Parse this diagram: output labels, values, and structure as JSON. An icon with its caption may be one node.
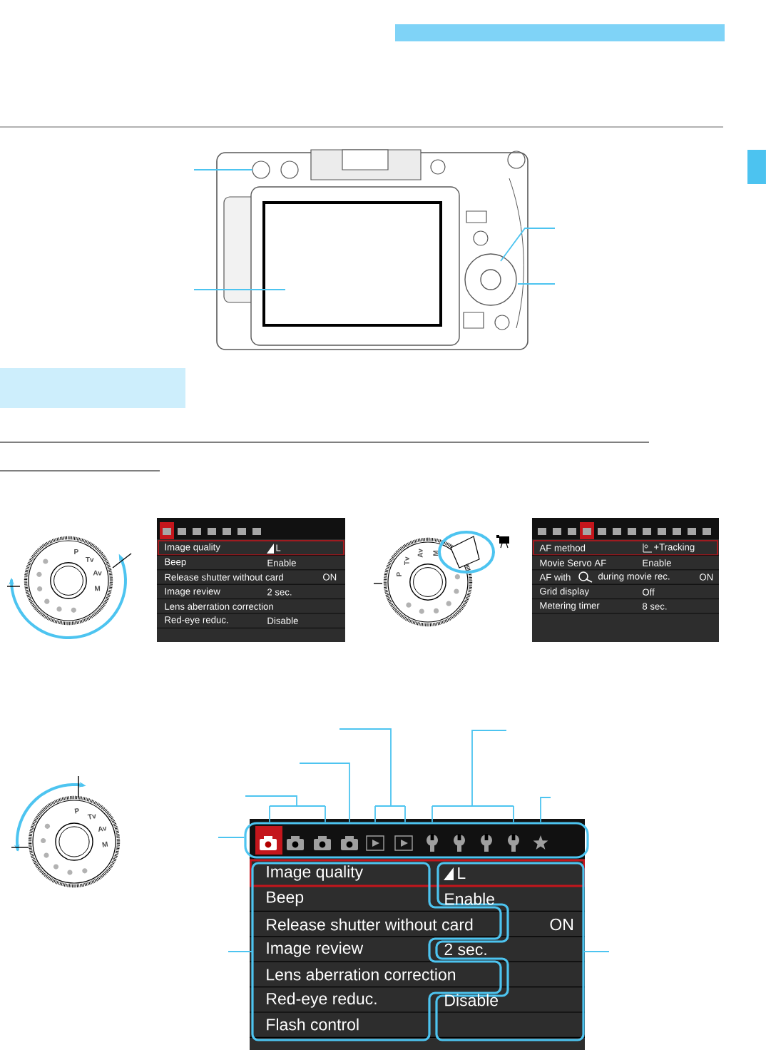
{
  "diagram": {
    "nodes": [
      {
        "text": [],
        "shape": "picture"
      },
      {
        "text": [],
        "shape": "box"
      },
      {
        "text": [
          "Image quality",
          "Beep",
          "Release shutter without card",
          "Image review",
          "Lens aberration correction",
          "Red-eye reduc.",
          "Flash control"
        ]
      },
      {
        "text": [
          "L",
          "Enable",
          "2 sec.",
          "Disable"
        ]
      },
      {
        "text": [],
        "shape": "bar"
      }
    ],
    "edges": [
      {
        "from": null,
        "to": 0,
        "arrow": "none"
      },
      {
        "from": null,
        "to": 0,
        "arrow": "none"
      },
      {
        "from": null,
        "to": 0,
        "arrow": "none"
      },
      {
        "from": null,
        "to": 0,
        "arrow": "none"
      },
      {
        "from": null,
        "to": 1,
        "arrow": "none"
      },
      {
        "from": null,
        "to": 1,
        "arrow": "none"
      },
      {
        "from": null,
        "to": 1,
        "arrow": "none"
      },
      {
        "from": null,
        "to": 1,
        "arrow": "none"
      },
      {
        "from": null,
        "to": 1,
        "arrow": "none"
      },
      {
        "from": null,
        "to": 1,
        "arrow": "none"
      },
      {
        "from": null,
        "to": 2,
        "arrow": "none"
      },
      {
        "from": null,
        "to": 3,
        "arrow": "none"
      }
    ],
    "labels": [
      "P",
      "Tv",
      "Av",
      "M",
      "Image quality",
      "L",
      "Beep",
      "Enable",
      "Release shutter without card",
      "ON",
      "Image review",
      "2 sec.",
      "Lens aberration correction",
      "Red-eye reduc.",
      "Disable",
      "P",
      "Tv",
      "Av",
      "M",
      "AF method",
      "+Tracking",
      "Movie Servo AF",
      "Enable",
      "AF with",
      "during movie rec.",
      "ON",
      "Grid display",
      "Off",
      "Metering timer",
      "8 sec.",
      "P",
      "Tv",
      "Av",
      "M",
      "ON"
    ]
  }
}
